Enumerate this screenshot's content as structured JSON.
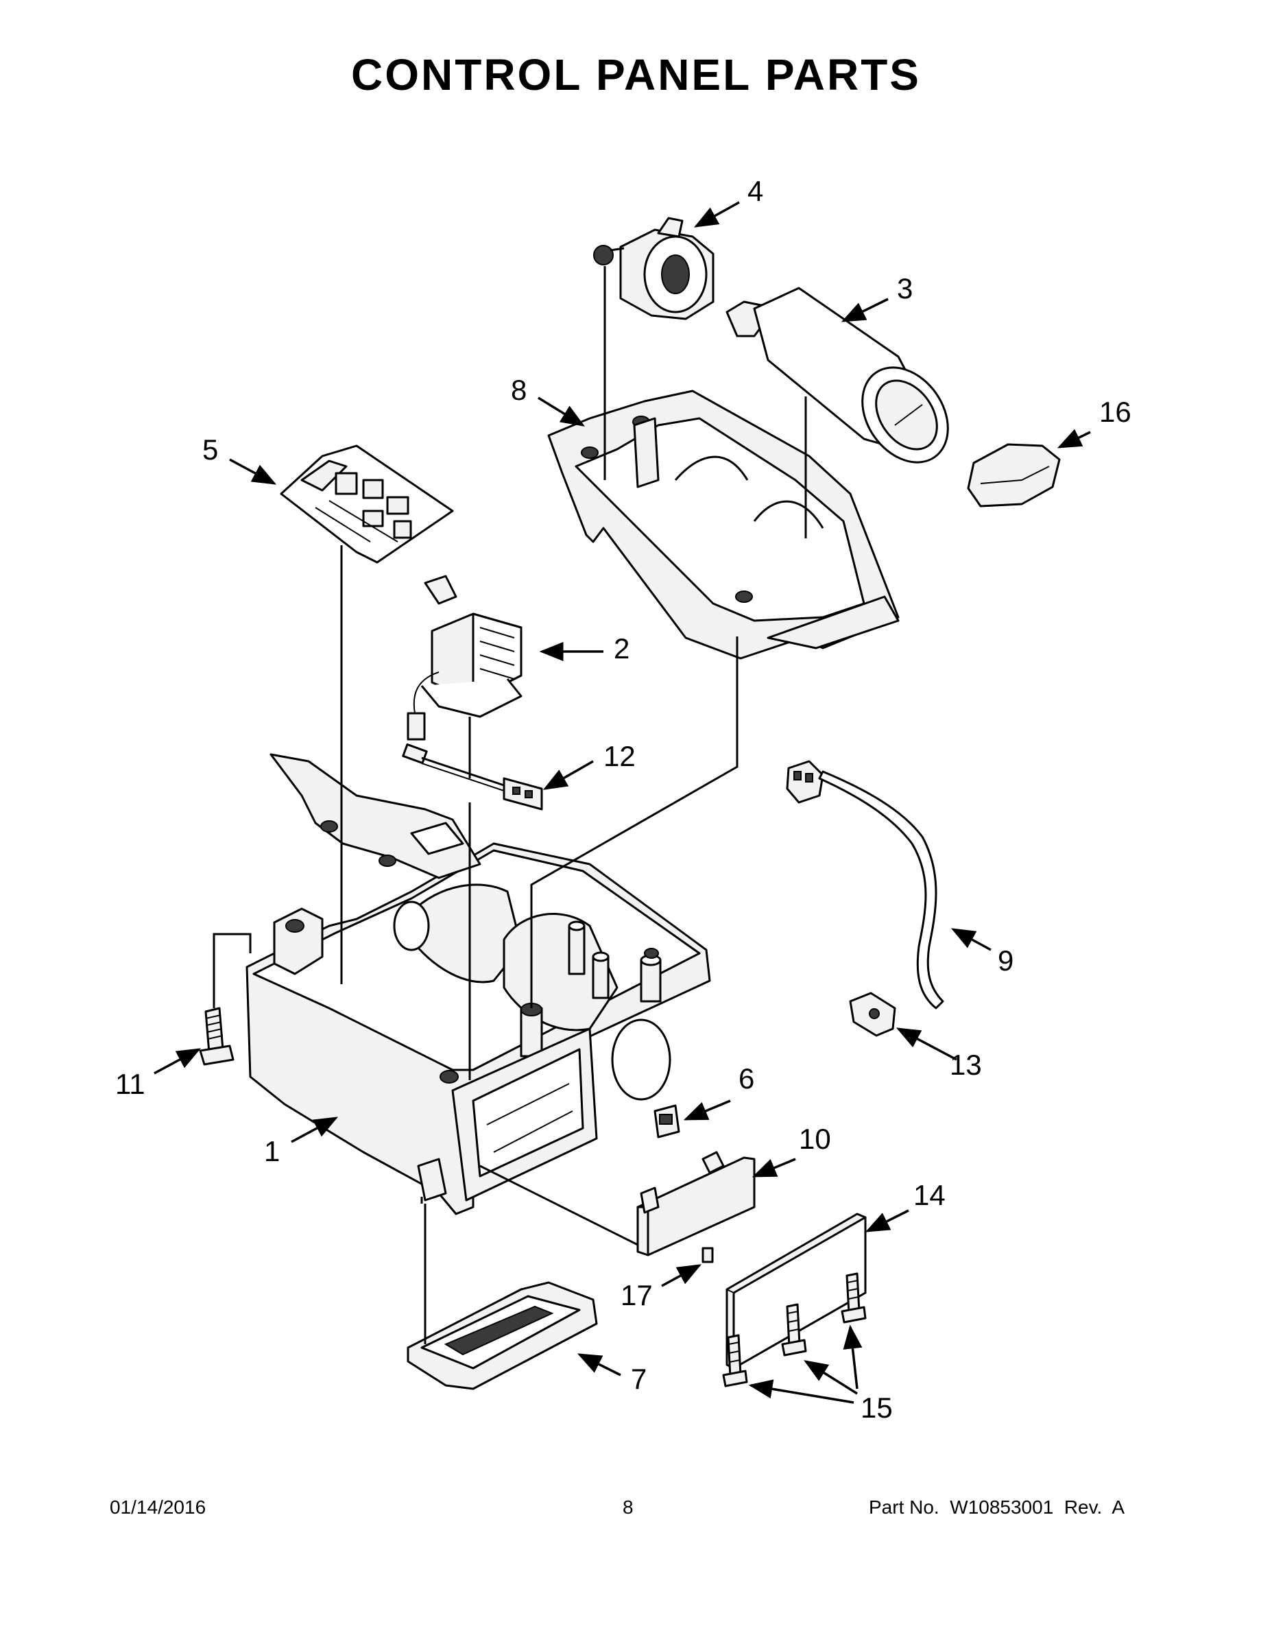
{
  "title": "CONTROL PANEL PARTS",
  "callouts": [
    "1",
    "2",
    "3",
    "4",
    "5",
    "6",
    "7",
    "8",
    "9",
    "10",
    "11",
    "12",
    "13",
    "14",
    "15",
    "16",
    "17"
  ],
  "footer": {
    "date": "01/14/2016",
    "page": "8",
    "part_no": "Part No.  W10853001  Rev.  A"
  }
}
